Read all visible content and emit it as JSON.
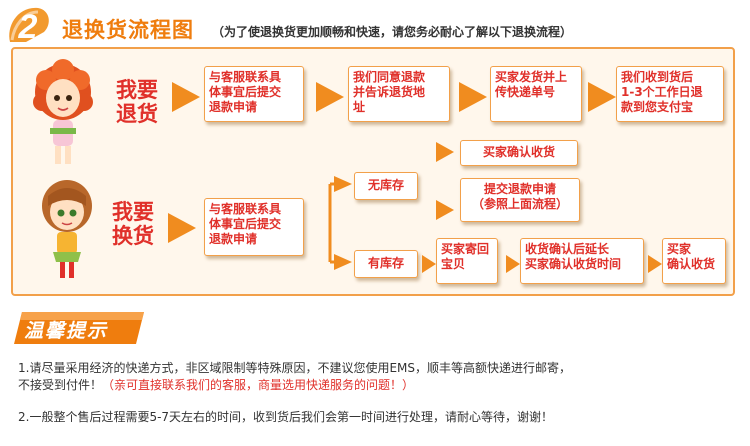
{
  "header": {
    "number": "2",
    "title": "退换货流程图",
    "subtitle": "（为了使退换货更加顺畅和快速，请您务必耐心了解以下退换流程）"
  },
  "colors": {
    "accent": "#ef7d0e",
    "frame": "#f2a04a",
    "red_text": "#e0302a",
    "panel_bg": "#fff7ec"
  },
  "return_flow": {
    "label": "我要\n退货",
    "steps": [
      "与客服联系具\n体事宜后提交\n退款申请",
      "我们同意退款\n并告诉退货地\n址",
      "买家发货并上\n传快递单号",
      "我们收到货后\n1-3个工作日退\n款到您支付宝"
    ]
  },
  "exchange_flow": {
    "label": "我要\n换货",
    "step1": "与客服联系具\n体事宜后提交\n退款申请",
    "no_stock": {
      "label": "无库存",
      "confirm": "买家确认收货",
      "refund": "提交退款申请\n（参照上面流程）"
    },
    "in_stock": {
      "label": "有库存",
      "steps": [
        "买家寄回\n宝贝",
        "收货确认后延长\n买家确认收货时间",
        "买家\n确认收货"
      ]
    }
  },
  "tips": {
    "title": "温馨提示",
    "note1_line1": "1.请尽量采用经济的快递方式，非区域限制等特殊原因，不建议您使用EMS，顺丰等高额快递进行邮寄，",
    "note1_line2a": "不接受到付件！",
    "note1_line2b": "（亲可直接联系我们的客服，商量选用快递服务的问题！）",
    "note2": "2.一般整个售后过程需要5-7天左右的时间，收到货后我们会第一时间进行处理，请耐心等待，谢谢！"
  }
}
